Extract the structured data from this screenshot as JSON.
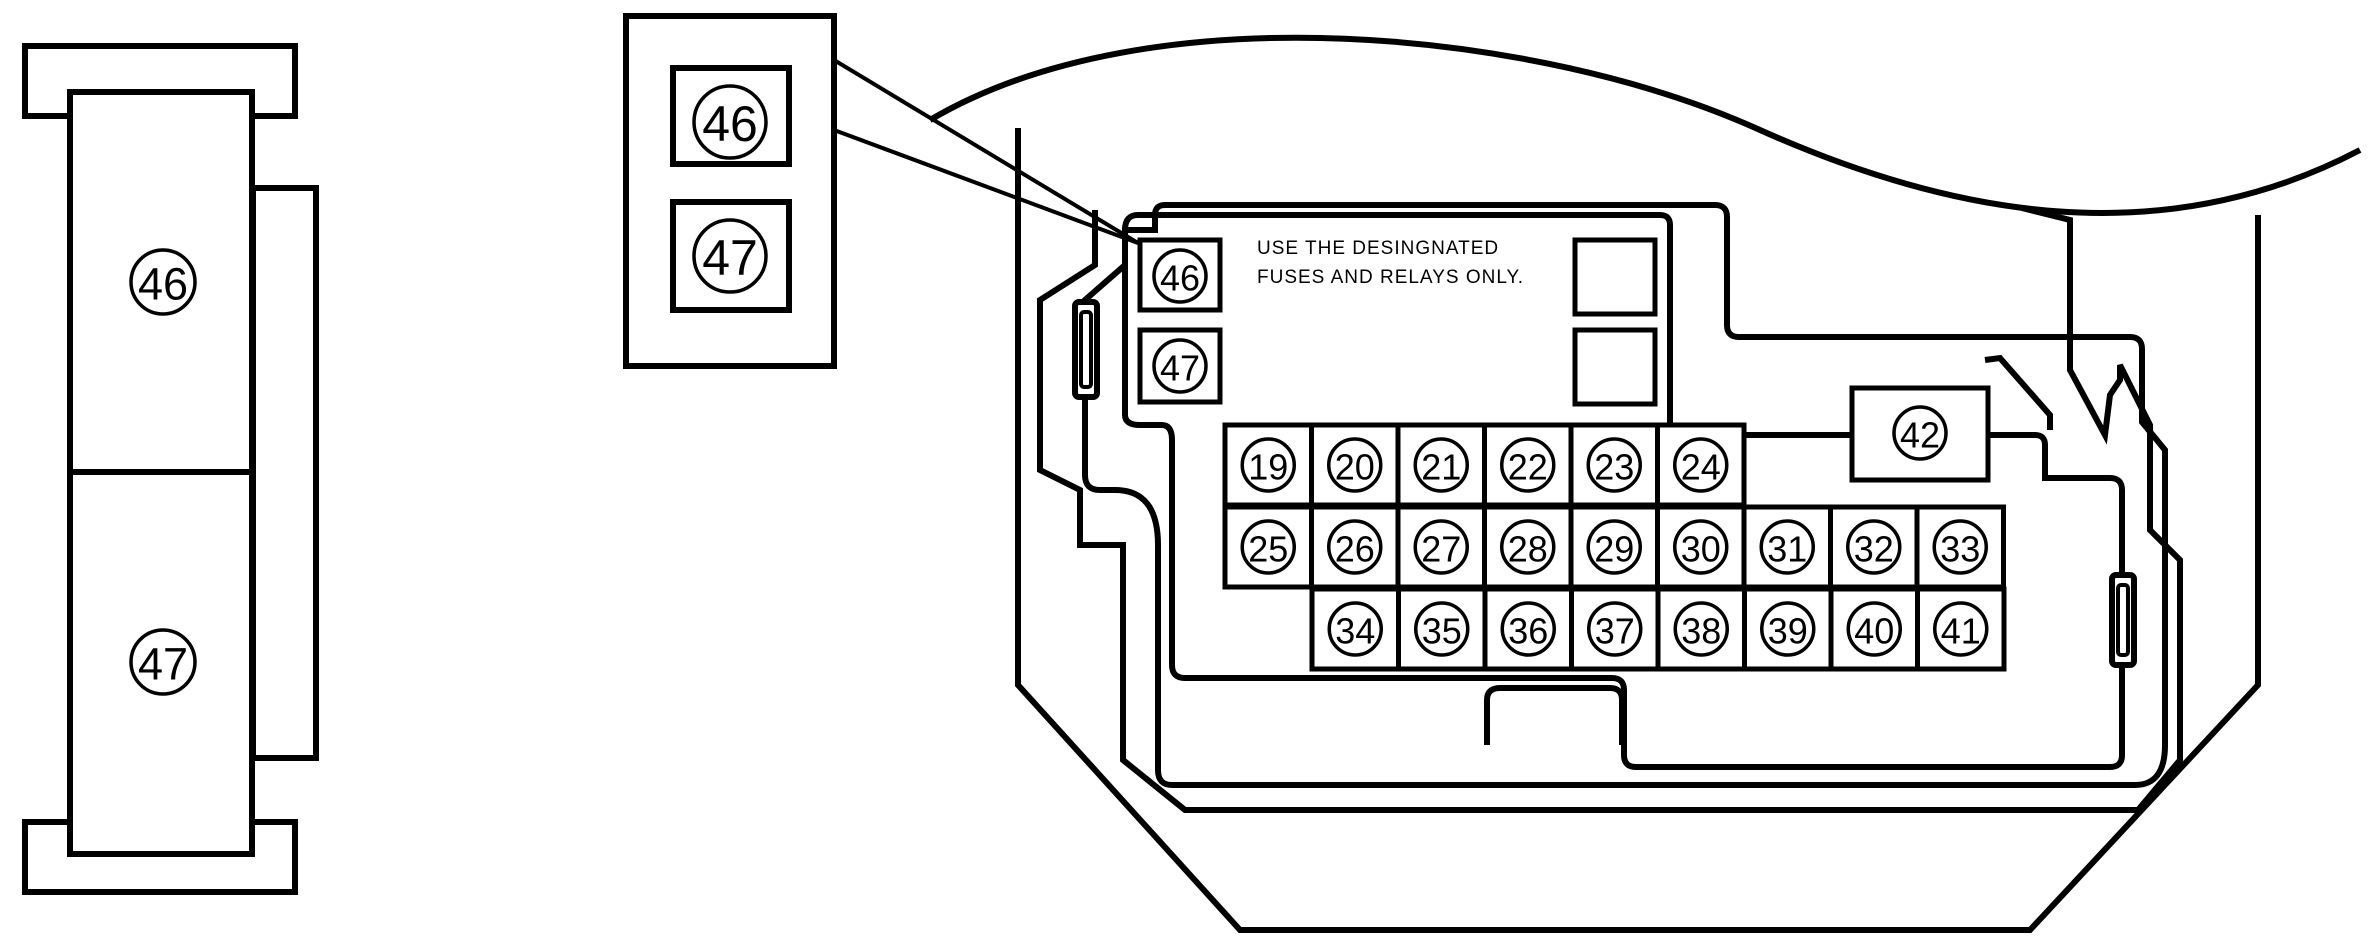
{
  "left_relay_block": {
    "relays": [
      "46",
      "47"
    ]
  },
  "inset_callout": {
    "relays": [
      "46",
      "47"
    ]
  },
  "fuse_box": {
    "notice_lines": [
      "USE THE DESINGNATED",
      "FUSES AND RELAYS ONLY."
    ],
    "relays": [
      "46",
      "47"
    ],
    "fuse_rows": [
      [
        "19",
        "20",
        "21",
        "22",
        "23",
        "24"
      ],
      [
        "25",
        "26",
        "27",
        "28",
        "29",
        "30",
        "31",
        "32",
        "33"
      ],
      [
        "34",
        "35",
        "36",
        "37",
        "38",
        "39",
        "40",
        "41"
      ]
    ],
    "large_fuse": "42"
  }
}
